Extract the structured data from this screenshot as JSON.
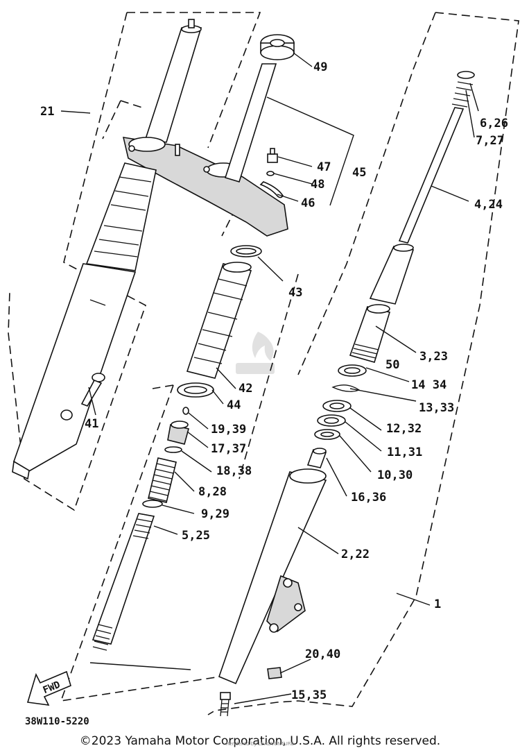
{
  "diagram": {
    "drawing_code": "38W110-5220",
    "fwd_label": "FWD",
    "copyright": "©2023 Yamaha Motor Corporation, U.S.A. All rights reserved.",
    "watermark_text": "Rendered by LEADVENTURE",
    "callouts": {
      "c21": "21",
      "c49": "49",
      "c47": "47",
      "c45": "45",
      "c48": "48",
      "c46": "46",
      "c6_26": "6,26",
      "c7_27": "7,27",
      "c4_24": "4,24",
      "c43": "43",
      "c3_23": "3,23",
      "c50": "50",
      "c14_34": "14 34",
      "c13_33": "13,33",
      "c12_32": "12,32",
      "c11_31": "11,31",
      "c10_30": "10,30",
      "c16_36": "16,36",
      "c42": "42",
      "c44": "44",
      "c19_39": "19,39",
      "c17_37": "17,37",
      "c18_38": "18,38",
      "c8_28": "8,28",
      "c9_29": "9,29",
      "c5_25": "5,25",
      "c41": "41",
      "c2_22": "2,22",
      "c1": "1",
      "c20_40": "20,40",
      "c15_35": "15,35"
    }
  }
}
